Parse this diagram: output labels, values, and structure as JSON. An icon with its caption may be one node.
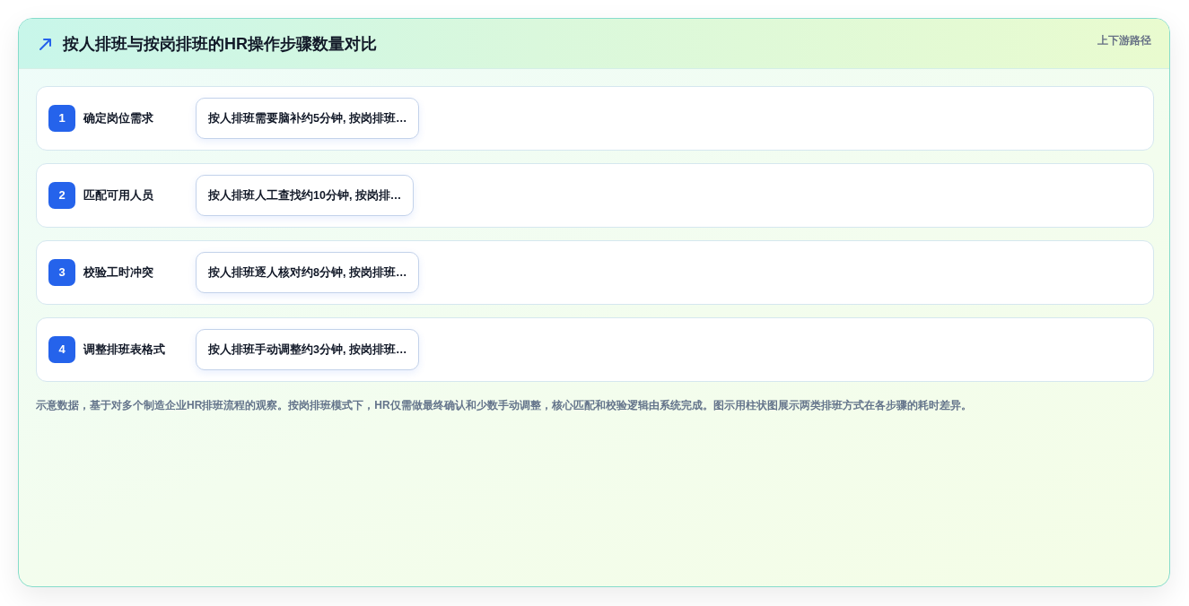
{
  "diagram": {
    "title": "按人排班与按岗排班的HR操作步骤数量对比",
    "caption": "示意数据，基于对多个制造企业HR排班流程的观察。按岗排班模式下，HR仅需做最终确认和少数手动调整，核心匹配和校验逻辑由系统完成。图示用柱状图展示两类排班方式在各步骤的耗时差异。",
    "nodes": [
      {
        "text": [
          "确定岗位需求"
        ]
      },
      {
        "text": [
          "1"
        ],
        "in": 0
      },
      {
        "text": [
          "按人排班需要脑补约5分钟, 按岗排班…"
        ],
        "in": 0
      },
      {
        "text": [
          "匹配可用人员"
        ]
      },
      {
        "text": [
          "2"
        ],
        "in": 3
      },
      {
        "text": [
          "按人排班人工查找约10分钟, 按岗排…"
        ],
        "in": 3
      },
      {
        "text": [
          "校验工时冲突"
        ]
      },
      {
        "text": [
          "3"
        ],
        "in": 6
      },
      {
        "text": [
          "按人排班逐人核对约8分钟, 按岗排班…"
        ],
        "in": 6
      },
      {
        "text": [
          "调整排班表格式"
        ]
      },
      {
        "text": [
          "4"
        ],
        "in": 9
      },
      {
        "text": [
          "按人排班手动调整约3分钟, 按岗排班…"
        ],
        "in": 9
      }
    ],
    "labels": [
      "上下游路径"
    ]
  }
}
